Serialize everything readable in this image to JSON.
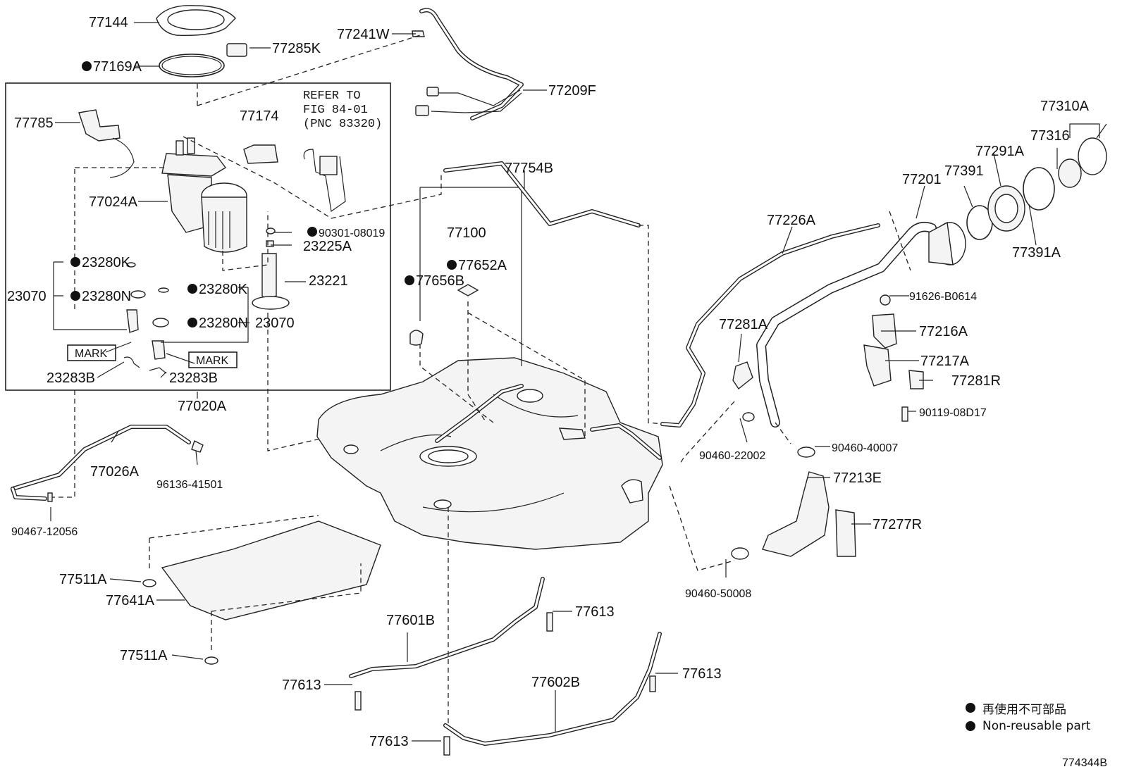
{
  "figure_id": "774344B",
  "legend": {
    "jp": "再使用不可部品",
    "en": "Non-reusable part"
  },
  "note": {
    "line1": "REFER TO",
    "line2": "FIG 84-01",
    "line3": "(PNC 83320)"
  },
  "mark_label": "MARK",
  "parts": [
    {
      "id": "p77144",
      "text": "77144",
      "nonreusable": false
    },
    {
      "id": "p77285K",
      "text": "77285K",
      "nonreusable": false
    },
    {
      "id": "p77169A",
      "text": "77169A",
      "nonreusable": true
    },
    {
      "id": "p77241W",
      "text": "77241W",
      "nonreusable": false
    },
    {
      "id": "p77209F",
      "text": "77209F",
      "nonreusable": false
    },
    {
      "id": "p77785",
      "text": "77785",
      "nonreusable": false
    },
    {
      "id": "p77174",
      "text": "77174",
      "nonreusable": false
    },
    {
      "id": "p77024A",
      "text": "77024A",
      "nonreusable": false
    },
    {
      "id": "p90301",
      "text": "90301-08019",
      "nonreusable": true
    },
    {
      "id": "p23225A",
      "text": "23225A",
      "nonreusable": false
    },
    {
      "id": "p23280K_a",
      "text": "23280K",
      "nonreusable": true
    },
    {
      "id": "p23070_a",
      "text": "23070",
      "nonreusable": false
    },
    {
      "id": "p23280N_a",
      "text": "23280N",
      "nonreusable": true
    },
    {
      "id": "p23280K_b",
      "text": "23280K",
      "nonreusable": true
    },
    {
      "id": "p23221",
      "text": "23221",
      "nonreusable": false
    },
    {
      "id": "p23280N_b",
      "text": "23280N",
      "nonreusable": true
    },
    {
      "id": "p23070_b",
      "text": "23070",
      "nonreusable": false
    },
    {
      "id": "p23283B_a",
      "text": "23283B",
      "nonreusable": false
    },
    {
      "id": "p23283B_b",
      "text": "23283B",
      "nonreusable": false
    },
    {
      "id": "p77020A",
      "text": "77020A",
      "nonreusable": false
    },
    {
      "id": "p77754B",
      "text": "77754B",
      "nonreusable": false
    },
    {
      "id": "p77100",
      "text": "77100",
      "nonreusable": false
    },
    {
      "id": "p77652A",
      "text": "77652A",
      "nonreusable": true
    },
    {
      "id": "p77656B",
      "text": "77656B",
      "nonreusable": true
    },
    {
      "id": "p77026A",
      "text": "77026A",
      "nonreusable": false
    },
    {
      "id": "p96136",
      "text": "96136-41501",
      "nonreusable": false
    },
    {
      "id": "p90467",
      "text": "90467-12056",
      "nonreusable": false
    },
    {
      "id": "p77310A",
      "text": "77310A",
      "nonreusable": false
    },
    {
      "id": "p77316",
      "text": "77316",
      "nonreusable": false
    },
    {
      "id": "p77291A",
      "text": "77291A",
      "nonreusable": false
    },
    {
      "id": "p77201",
      "text": "77201",
      "nonreusable": false
    },
    {
      "id": "p77391",
      "text": "77391",
      "nonreusable": false
    },
    {
      "id": "p77226A",
      "text": "77226A",
      "nonreusable": false
    },
    {
      "id": "p77391A",
      "text": "77391A",
      "nonreusable": false
    },
    {
      "id": "p91626",
      "text": "91626-B0614",
      "nonreusable": false
    },
    {
      "id": "p77281A",
      "text": "77281A",
      "nonreusable": false
    },
    {
      "id": "p77216A",
      "text": "77216A",
      "nonreusable": false
    },
    {
      "id": "p77217A",
      "text": "77217A",
      "nonreusable": false
    },
    {
      "id": "p77281R",
      "text": "77281R",
      "nonreusable": false
    },
    {
      "id": "p90119",
      "text": "90119-08D17",
      "nonreusable": false
    },
    {
      "id": "p90460_22002",
      "text": "90460-22002",
      "nonreusable": false
    },
    {
      "id": "p90460_40007",
      "text": "90460-40007",
      "nonreusable": false
    },
    {
      "id": "p77213E",
      "text": "77213E",
      "nonreusable": false
    },
    {
      "id": "p77277R",
      "text": "77277R",
      "nonreusable": false
    },
    {
      "id": "p90460_50008",
      "text": "90460-50008",
      "nonreusable": false
    },
    {
      "id": "p77511A_a",
      "text": "77511A",
      "nonreusable": false
    },
    {
      "id": "p77641A",
      "text": "77641A",
      "nonreusable": false
    },
    {
      "id": "p77511A_b",
      "text": "77511A",
      "nonreusable": false
    },
    {
      "id": "p77601B",
      "text": "77601B",
      "nonreusable": false
    },
    {
      "id": "p77613_a",
      "text": "77613",
      "nonreusable": false
    },
    {
      "id": "p77613_b",
      "text": "77613",
      "nonreusable": false
    },
    {
      "id": "p77613_c",
      "text": "77613",
      "nonreusable": false
    },
    {
      "id": "p77602B",
      "text": "77602B",
      "nonreusable": false
    },
    {
      "id": "p77613_d",
      "text": "77613",
      "nonreusable": false
    }
  ]
}
